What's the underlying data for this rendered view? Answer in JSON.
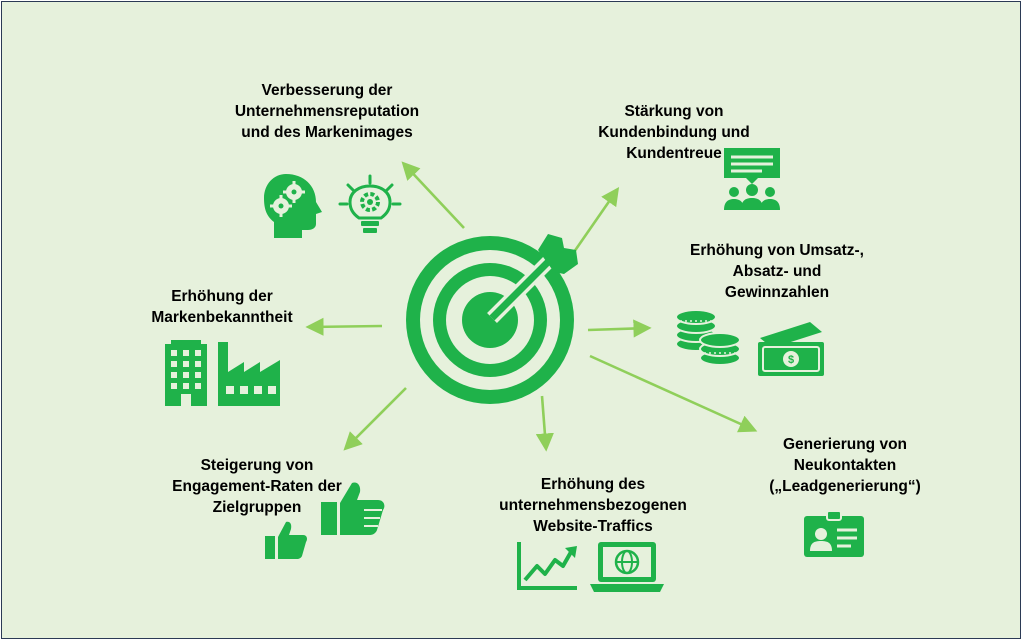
{
  "colors": {
    "background": "#e6f1dc",
    "icon_green": "#1fb24a",
    "arrow_green": "#8fcf5a",
    "border": "#2b3a55"
  },
  "center": {
    "icon": "target-dart-icon"
  },
  "goals": [
    {
      "id": "reputation",
      "lines": [
        "Verbesserung der",
        "Unternehmensreputation",
        "und des Markenimages"
      ],
      "icons": [
        "head-gears-icon",
        "lightbulb-gear-icon"
      ]
    },
    {
      "id": "loyalty",
      "lines": [
        "Stärkung von",
        "Kundenbindung und",
        "Kundentreue"
      ],
      "icons": [
        "presentation-audience-icon"
      ]
    },
    {
      "id": "revenue",
      "lines": [
        "Erhöhung von Umsatz-,",
        "Absatz- und",
        "Gewinnzahlen"
      ],
      "icons": [
        "coin-stacks-icon",
        "banknotes-icon"
      ]
    },
    {
      "id": "leads",
      "lines": [
        "Generierung von",
        "Neukontakten",
        "(„Leadgenerierung“)"
      ],
      "icons": [
        "id-badge-icon"
      ]
    },
    {
      "id": "traffic",
      "lines": [
        "Erhöhung des",
        "unternehmensbezogenen",
        "Website-Traffics"
      ],
      "icons": [
        "trend-chart-icon",
        "laptop-globe-icon"
      ]
    },
    {
      "id": "engagement",
      "lines": [
        "Steigerung von",
        "Engagement-Raten der",
        "Zielgruppen"
      ],
      "icons": [
        "thumbs-up-small-icon",
        "thumbs-up-large-icon"
      ]
    },
    {
      "id": "awareness",
      "lines": [
        "Erhöhung der",
        "Markenbekanntheit"
      ],
      "icons": [
        "office-building-icon",
        "factory-icon"
      ]
    }
  ]
}
